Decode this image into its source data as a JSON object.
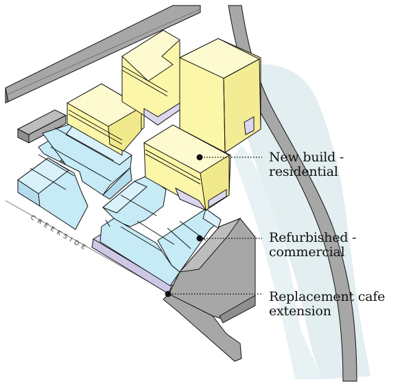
{
  "street_label": "CREEKSIDE",
  "legend": [
    {
      "line1": "New build -",
      "line2": "residential",
      "color": "#fbf6a8"
    },
    {
      "line1": "Refurbished -",
      "line2": "commercial",
      "color": "#c6eaf6"
    },
    {
      "line1": "Replacement cafe",
      "line2": "extension",
      "color": "#dcd6ee"
    }
  ],
  "colors": {
    "residential": "#fbf6a8",
    "commercial": "#c6eaf6",
    "cafe": "#dcd6ee",
    "existing": "#a7a7a7",
    "water": "#e2eef0",
    "outline": "#111111"
  }
}
